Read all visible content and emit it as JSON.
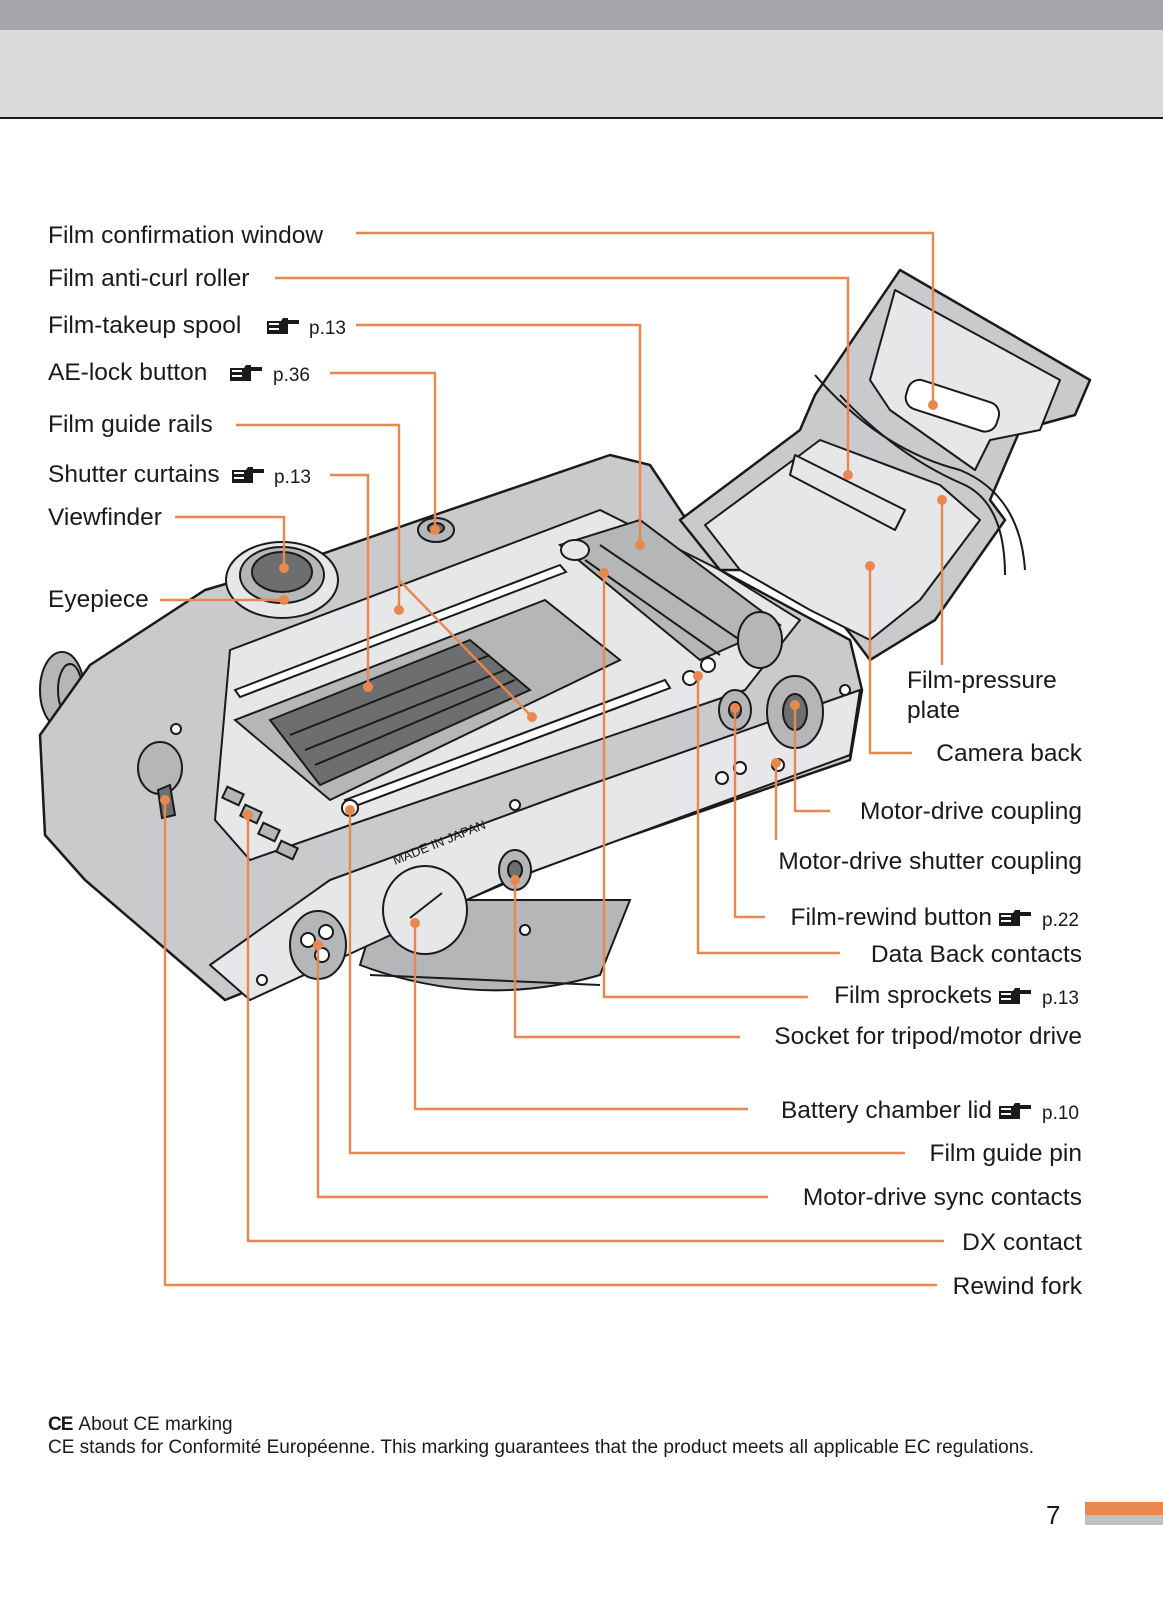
{
  "labels_left": [
    {
      "id": "film-confirmation-window",
      "text": "Film confirmation window",
      "ref": ""
    },
    {
      "id": "film-anti-curl-roller",
      "text": "Film anti-curl roller",
      "ref": ""
    },
    {
      "id": "film-takeup-spool",
      "text": "Film-takeup spool",
      "ref": "p.13"
    },
    {
      "id": "ae-lock-button",
      "text": "AE-lock button",
      "ref": "p.36"
    },
    {
      "id": "film-guide-rails",
      "text": "Film guide rails",
      "ref": ""
    },
    {
      "id": "shutter-curtains",
      "text": "Shutter curtains",
      "ref": "p.13"
    },
    {
      "id": "viewfinder",
      "text": "Viewfinder",
      "ref": ""
    },
    {
      "id": "eyepiece",
      "text": "Eyepiece",
      "ref": ""
    }
  ],
  "labels_right": [
    {
      "id": "film-pressure-plate",
      "text": "Film-pressure",
      "text2": "plate",
      "ref": ""
    },
    {
      "id": "camera-back",
      "text": "Camera back",
      "ref": ""
    },
    {
      "id": "motor-drive-coupling",
      "text": "Motor-drive coupling",
      "ref": ""
    },
    {
      "id": "motor-drive-shutter-coupling",
      "text": "Motor-drive shutter coupling",
      "ref": ""
    },
    {
      "id": "film-rewind-button",
      "text": "Film-rewind button",
      "ref": "p.22"
    },
    {
      "id": "data-back-contacts",
      "text": "Data Back contacts",
      "ref": ""
    },
    {
      "id": "film-sprockets",
      "text": "Film sprockets",
      "ref": "p.13"
    },
    {
      "id": "socket-tripod",
      "text": "Socket for tripod/motor drive",
      "ref": ""
    },
    {
      "id": "battery-chamber-lid",
      "text": "Battery chamber lid",
      "ref": "p.10"
    },
    {
      "id": "film-guide-pin",
      "text": "Film guide pin",
      "ref": ""
    },
    {
      "id": "motor-drive-sync-contacts",
      "text": "Motor-drive sync contacts",
      "ref": ""
    },
    {
      "id": "dx-contact",
      "text": "DX contact",
      "ref": ""
    },
    {
      "id": "rewind-fork",
      "text": "Rewind fork",
      "ref": ""
    }
  ],
  "camera_markings": {
    "made_in": "MADE IN JAPAN"
  },
  "colors": {
    "leader": "#e8884e",
    "header_dark": "#a4a6aa",
    "header_light": "#d9dadc"
  },
  "ce_note": {
    "title": "About CE marking",
    "body": "CE stands for Conformité Européenne. This marking guarantees that the product meets all applicable EC regulations."
  },
  "page_number": "7"
}
